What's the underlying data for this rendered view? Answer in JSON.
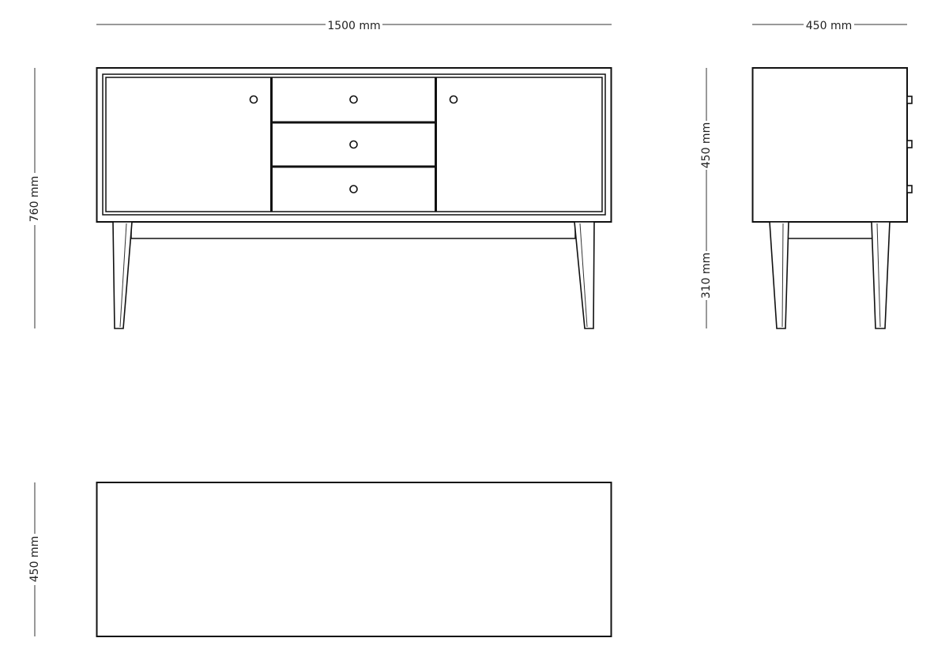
{
  "drawing": {
    "front_view": {
      "width_label": "1500 mm",
      "height_label": "760 mm"
    },
    "side_view": {
      "depth_label": "450 mm",
      "body_height_label": "450 mm",
      "leg_height_label": "310 mm"
    },
    "top_view": {
      "depth_label": "450 mm"
    },
    "colors": {
      "line": "#111111",
      "background": "#ffffff",
      "dimension_text": "#222222"
    }
  }
}
